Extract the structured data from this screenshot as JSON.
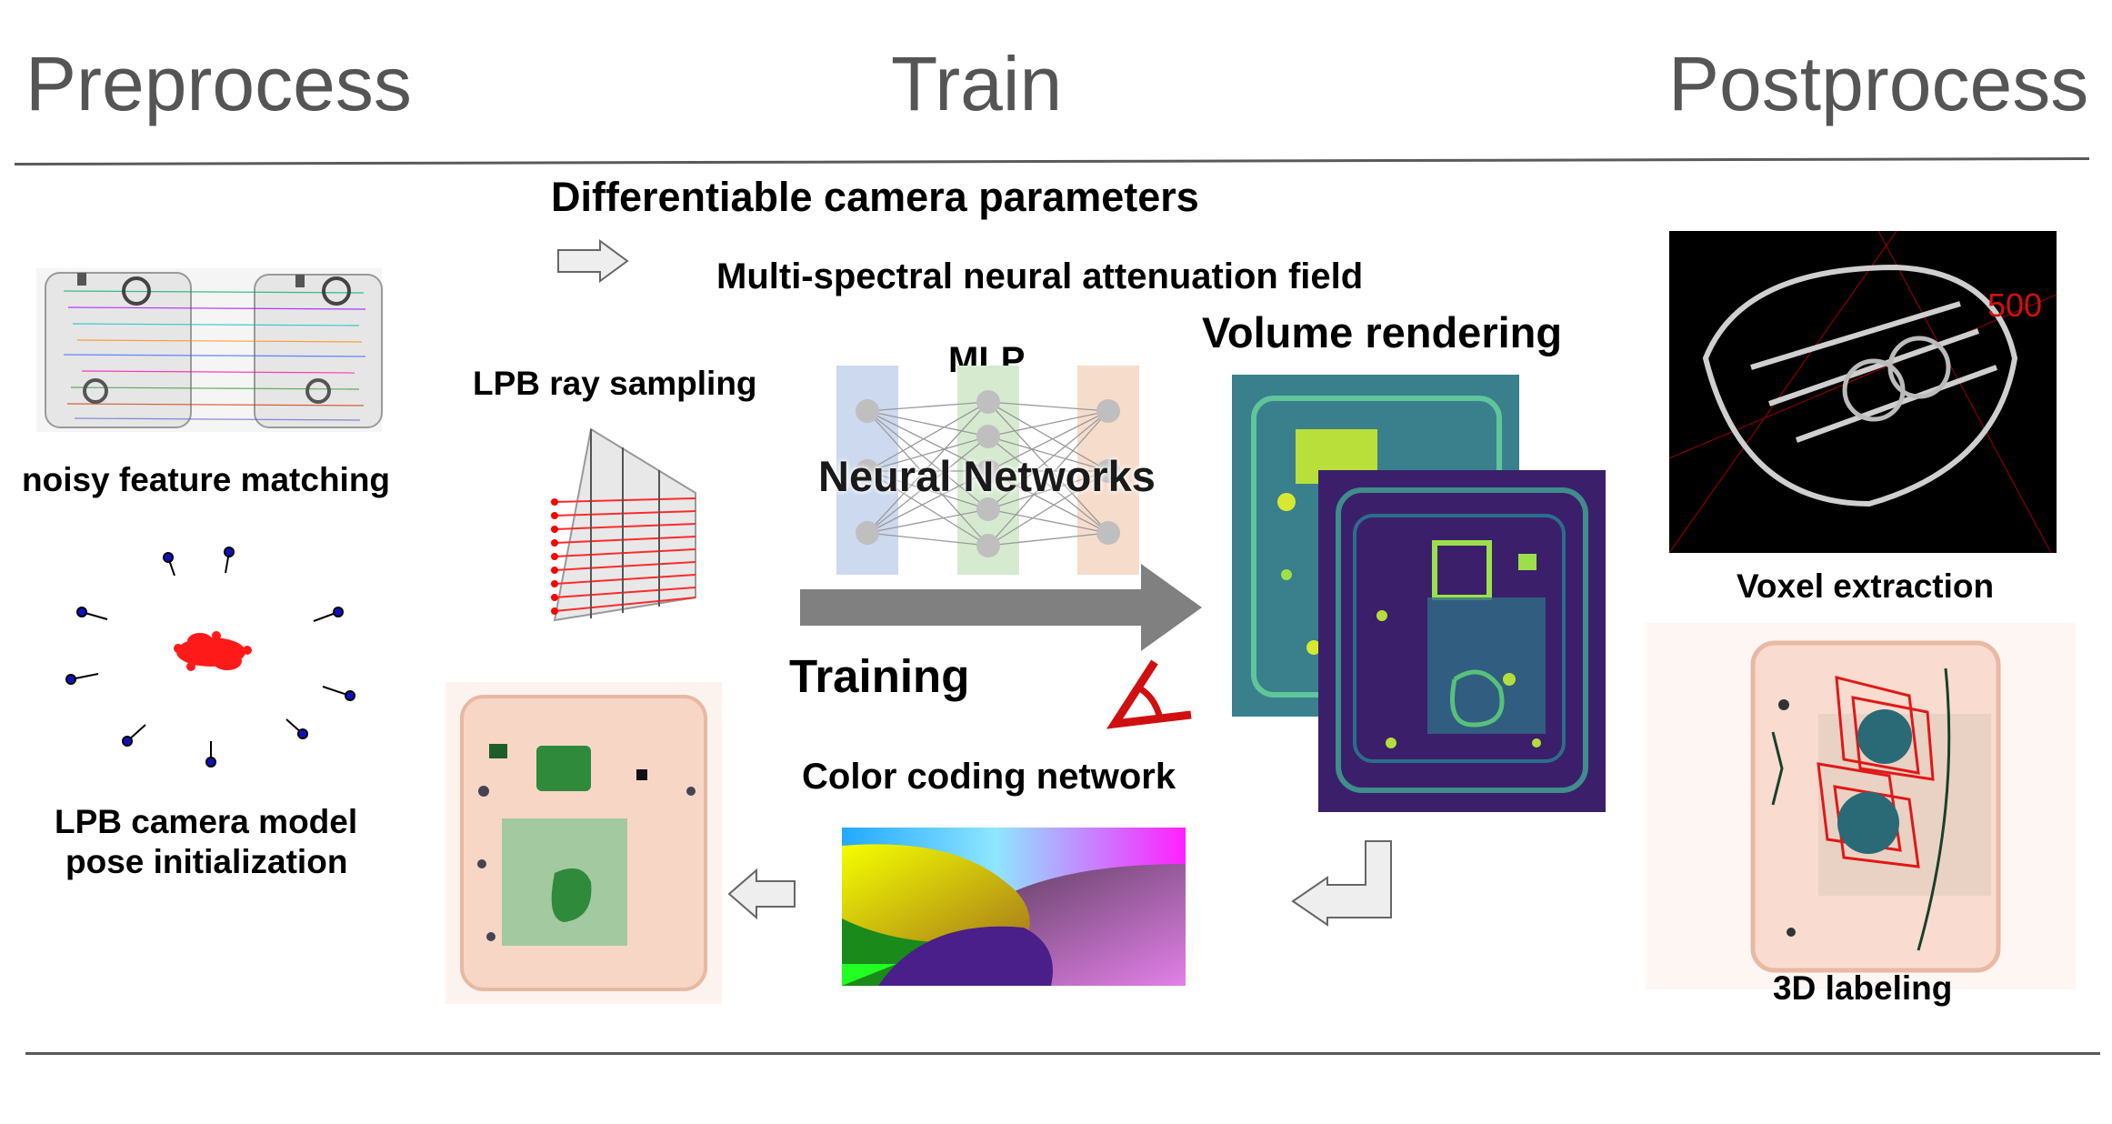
{
  "headers": {
    "preprocess": "Preprocess",
    "train": "Train",
    "postprocess": "Postprocess"
  },
  "labels": {
    "diff_camera": "Differentiable camera parameters",
    "multispectral": "Multi-spectral neural attenuation field",
    "lpb_ray": "LPB ray sampling",
    "mlp": "MLP",
    "neural_networks": "Neural Networks",
    "volume_rendering": "Volume rendering",
    "training": "Training",
    "color_coding": "Color coding network",
    "noisy_matching": "noisy feature matching",
    "camera_model_l1": "LPB camera model",
    "camera_model_l2": "pose initialization",
    "voxel_extraction": "Voxel extraction",
    "labeling": "3D labeling",
    "voxel_number": "500"
  },
  "colors": {
    "header_gray": "#555555",
    "rule_gray": "#5a5a5a",
    "arrow_gray": "#808080",
    "point_red": "#ff1a1a",
    "camera_blue": "#1010c0",
    "viridis_teal": "#3a7f8c",
    "viridis_purple": "#3b1f6b"
  }
}
